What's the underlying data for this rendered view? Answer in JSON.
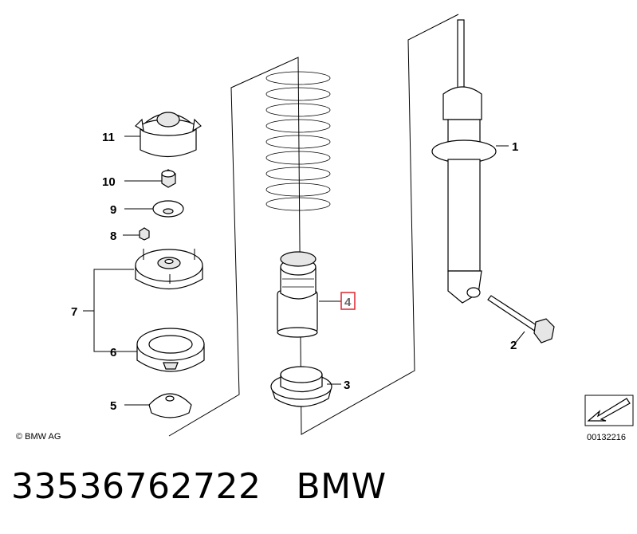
{
  "callouts": [
    {
      "label": "1"
    },
    {
      "label": "2"
    },
    {
      "label": "3"
    },
    {
      "label": "4"
    },
    {
      "label": "5"
    },
    {
      "label": "6"
    },
    {
      "label": "7"
    },
    {
      "label": "8"
    },
    {
      "label": "9"
    },
    {
      "label": "10"
    },
    {
      "label": "11"
    }
  ],
  "highlighted_callout": "4",
  "highlight_color": "#e0323c",
  "copyright": "© BMW AG",
  "diagram_id": "00132216",
  "footer": {
    "part_number": "33536762722",
    "brand": "BMW"
  }
}
